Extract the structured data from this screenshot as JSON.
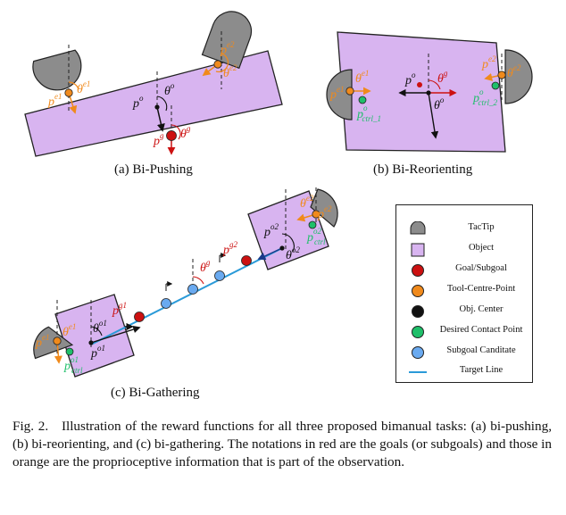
{
  "panels": {
    "a": {
      "caption": "(a) Bi-Pushing"
    },
    "b": {
      "caption": "(b) Bi-Reorienting"
    },
    "c": {
      "caption": "(c) Bi-Gathering"
    }
  },
  "labels": {
    "a": {
      "pe1": "p",
      "pe1_sup": "e1",
      "te1": "θ",
      "te1_sup": "e1",
      "pe2": "p",
      "pe2_sup": "e2",
      "te2": "θ",
      "te2_sup": "e2",
      "po": "p",
      "po_sup": "o",
      "to": "θ",
      "to_sup": "o",
      "pg": "p",
      "pg_sup": "g",
      "tg": "θ",
      "tg_sup": "g"
    },
    "b": {
      "pe1": "p",
      "pe1_sup": "e1",
      "te1": "θ",
      "te1_sup": "e1",
      "pctrl1": "p",
      "pctrl1_sup": "o",
      "pctrl1_sub": "ctrl_1",
      "po": "p",
      "po_sup": "o",
      "tg": "θ",
      "tg_sup": "g",
      "to": "θ",
      "to_sup": "o",
      "pe2": "p",
      "pe2_sup": "e2",
      "te2": "θ",
      "te2_sup": "e2",
      "pctrl2": "p",
      "pctrl2_sup": "o",
      "pctrl2_sub": "ctrl_2"
    },
    "c": {
      "pe1": "p",
      "pe1_sup": "e1",
      "te1": "θ",
      "te1_sup": "e1",
      "to1": "θ",
      "to1_sup": "o1",
      "po1": "p",
      "po1_sup": "o1",
      "pctrl1": "p",
      "pctrl1_sup": "o1",
      "pctrl1_sub": "ctrl",
      "pg1": "p",
      "pg1_sup": "g1",
      "tg": "θ",
      "tg_sup": "g",
      "pg2": "p",
      "pg2_sup": "g2",
      "po2": "p",
      "po2_sup": "o2",
      "to2": "θ",
      "to2_sup": "o2",
      "te2": "θ",
      "te2_sup": "e2",
      "pe2": "p",
      "pe2_sup": "e2",
      "pctrl2": "p",
      "pctrl2_sup": "o2",
      "pctrl2_sub": "ctrl"
    }
  },
  "legend": {
    "items": [
      {
        "label": "TacTip",
        "symbol": "tactip"
      },
      {
        "label": "Object",
        "symbol": "square",
        "color": "#d8b4f0"
      },
      {
        "label": "Goal/Subgoal",
        "symbol": "dot",
        "color": "#cc1111"
      },
      {
        "label": "Tool-Centre-Point",
        "symbol": "dot",
        "color": "#f08a1c"
      },
      {
        "label": "Obj. Center",
        "symbol": "dot",
        "color": "#111111"
      },
      {
        "label": "Desired Contact Point",
        "symbol": "dot",
        "color": "#1fbf6a"
      },
      {
        "label": "Subgoal Canditate",
        "symbol": "dot",
        "color": "#6aaaf0"
      },
      {
        "label": "Target Line",
        "symbol": "line",
        "color": "#2a9ad8"
      }
    ]
  },
  "colors": {
    "object": "#d8b4f0",
    "goal": "#cc1111",
    "tcp": "#f08a1c",
    "center": "#111111",
    "contact": "#1fbf6a",
    "subgoal": "#6aaaf0",
    "target_line": "#2a9ad8",
    "tactip": "#8c8c8c"
  },
  "caption": {
    "label": "Fig. 2.",
    "text": "Illustration of the reward functions for all three proposed bimanual tasks: (a) bi-pushing, (b) bi-reorienting, and (c) bi-gathering. The notations in red are the goals (or subgoals) and those in orange are the proprioceptive information that is part of the observation."
  }
}
